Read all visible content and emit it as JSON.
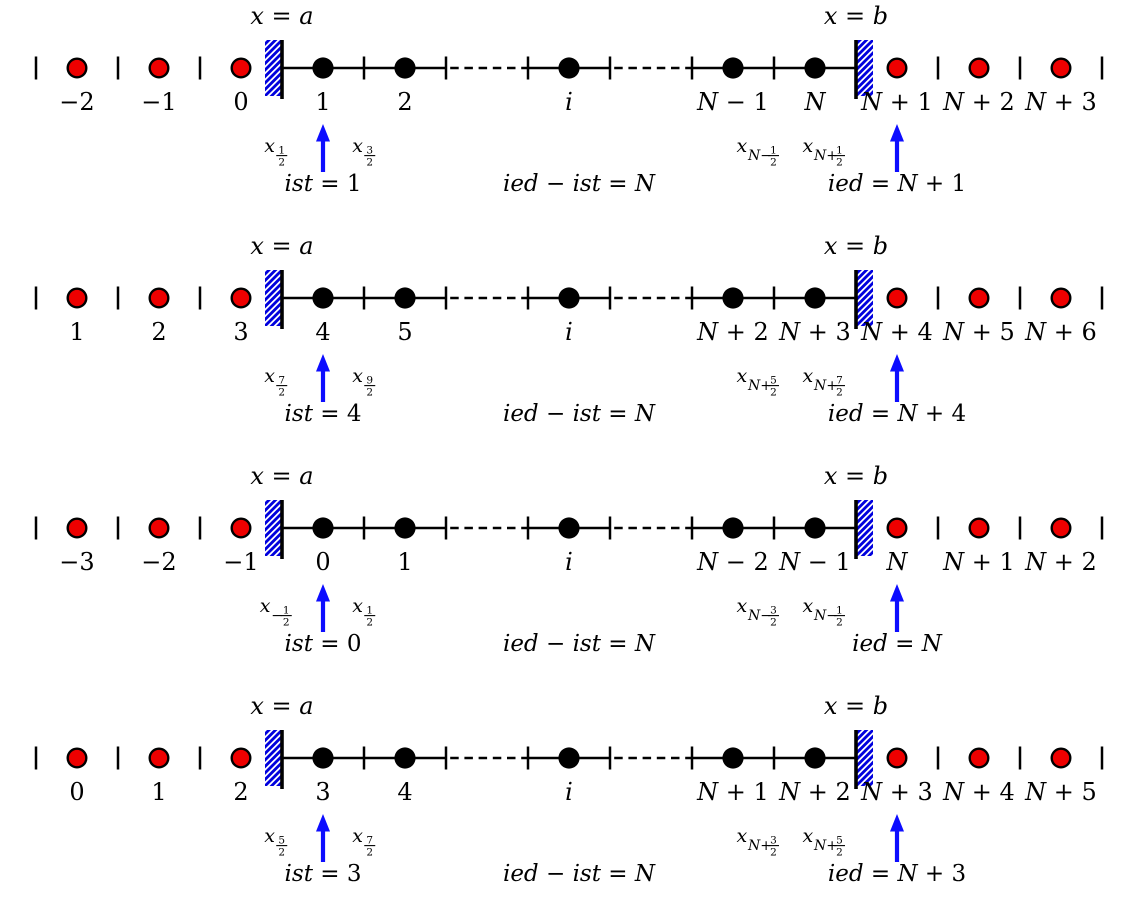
{
  "figure": {
    "description": "1D finite-volume grid indexing diagrams with ghost cells, four numbering conventions",
    "colors": {
      "background": "#ffffff",
      "ghost_node_fill": "#ee0000",
      "node_stroke": "#000000",
      "interior_node_fill": "#000000",
      "grid_line": "#000000",
      "wall_line": "#000000",
      "wall_hatch": "#0000dd",
      "arrow": "#0d0dff",
      "text": "#000000"
    },
    "rows": [
      {
        "left_wall_label": "x = a",
        "right_wall_label": "x = b",
        "ghost_left": [
          "−2",
          "−1",
          "0"
        ],
        "interior": [
          "1",
          "2",
          "i",
          "N − 1",
          "N"
        ],
        "ghost_right": [
          "N + 1",
          "N + 2",
          "N + 3"
        ],
        "face_labels": [
          {
            "base": "x",
            "sub_prefix": "",
            "frac_num": "1",
            "frac_den": "2"
          },
          {
            "base": "x",
            "sub_prefix": "",
            "frac_num": "3",
            "frac_den": "2"
          },
          {
            "base": "x",
            "sub_prefix": "N−",
            "frac_num": "1",
            "frac_den": "2"
          },
          {
            "base": "x",
            "sub_prefix": "N+",
            "frac_num": "1",
            "frac_den": "2"
          }
        ],
        "ist_label": "ist = 1",
        "mid_label": "ied − ist = N",
        "ied_label": "ied = N + 1"
      },
      {
        "left_wall_label": "x = a",
        "right_wall_label": "x = b",
        "ghost_left": [
          "1",
          "2",
          "3"
        ],
        "interior": [
          "4",
          "5",
          "i",
          "N + 2",
          "N + 3"
        ],
        "ghost_right": [
          "N + 4",
          "N + 5",
          "N + 6"
        ],
        "face_labels": [
          {
            "base": "x",
            "sub_prefix": "",
            "frac_num": "7",
            "frac_den": "2"
          },
          {
            "base": "x",
            "sub_prefix": "",
            "frac_num": "9",
            "frac_den": "2"
          },
          {
            "base": "x",
            "sub_prefix": "N+",
            "frac_num": "5",
            "frac_den": "2"
          },
          {
            "base": "x",
            "sub_prefix": "N+",
            "frac_num": "7",
            "frac_den": "2"
          }
        ],
        "ist_label": "ist = 4",
        "mid_label": "ied − ist = N",
        "ied_label": "ied = N + 4"
      },
      {
        "left_wall_label": "x = a",
        "right_wall_label": "x = b",
        "ghost_left": [
          "−3",
          "−2",
          "−1"
        ],
        "interior": [
          "0",
          "1",
          "i",
          "N − 2",
          "N − 1"
        ],
        "ghost_right": [
          "N",
          "N + 1",
          "N + 2"
        ],
        "face_labels": [
          {
            "base": "x",
            "sub_prefix": "−",
            "frac_num": "1",
            "frac_den": "2"
          },
          {
            "base": "x",
            "sub_prefix": "",
            "frac_num": "1",
            "frac_den": "2"
          },
          {
            "base": "x",
            "sub_prefix": "N−",
            "frac_num": "3",
            "frac_den": "2"
          },
          {
            "base": "x",
            "sub_prefix": "N−",
            "frac_num": "1",
            "frac_den": "2"
          }
        ],
        "ist_label": "ist = 0",
        "mid_label": "ied − ist = N",
        "ied_label": "ied = N"
      },
      {
        "left_wall_label": "x = a",
        "right_wall_label": "x = b",
        "ghost_left": [
          "0",
          "1",
          "2"
        ],
        "interior": [
          "3",
          "4",
          "i",
          "N + 1",
          "N + 2"
        ],
        "ghost_right": [
          "N + 3",
          "N + 4",
          "N + 5"
        ],
        "face_labels": [
          {
            "base": "x",
            "sub_prefix": "",
            "frac_num": "5",
            "frac_den": "2"
          },
          {
            "base": "x",
            "sub_prefix": "",
            "frac_num": "7",
            "frac_den": "2"
          },
          {
            "base": "x",
            "sub_prefix": "N+",
            "frac_num": "3",
            "frac_den": "2"
          },
          {
            "base": "x",
            "sub_prefix": "N+",
            "frac_num": "5",
            "frac_den": "2"
          }
        ],
        "ist_label": "ist = 3",
        "mid_label": "ied − ist = N",
        "ied_label": "ied = N + 3"
      }
    ]
  }
}
